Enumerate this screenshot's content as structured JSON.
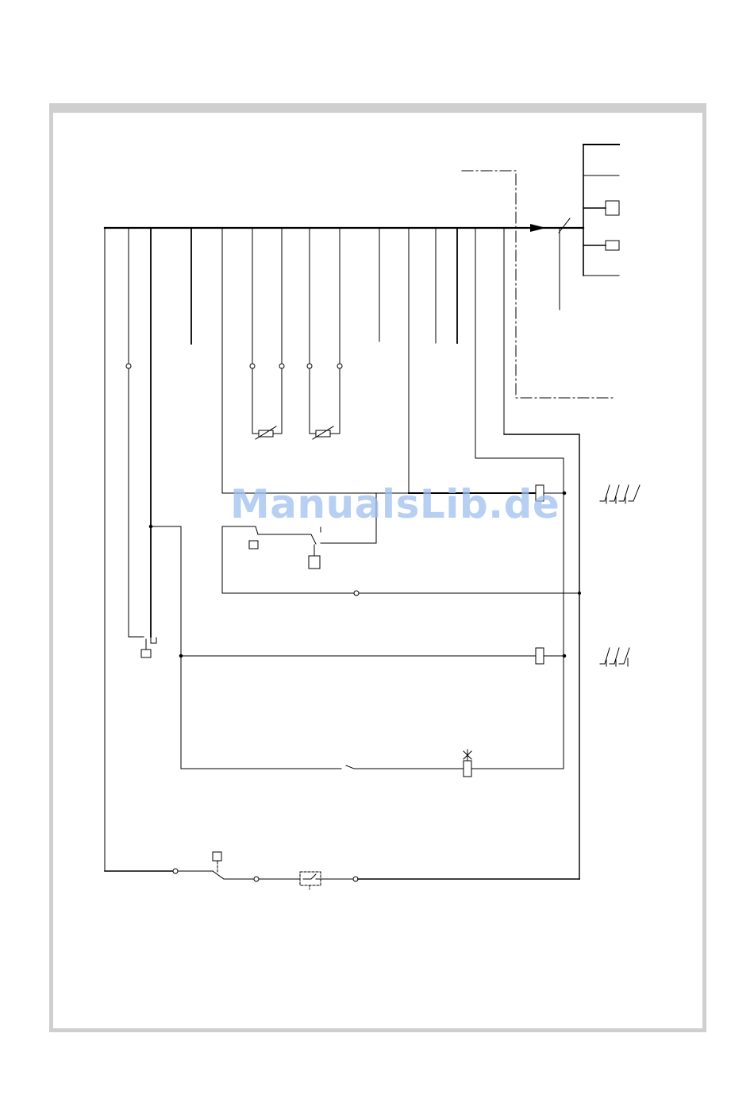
{
  "watermark": {
    "text": "ManualsLib.de",
    "color": "#9fbff0"
  },
  "frame": {
    "border_color": "#cfcfcf"
  },
  "icons": [
    "wiring-diagram",
    "relay-coil",
    "varistor",
    "pressure-switch",
    "contactor-contacts",
    "fan-motor",
    "limit-switch",
    "terminal-block"
  ]
}
